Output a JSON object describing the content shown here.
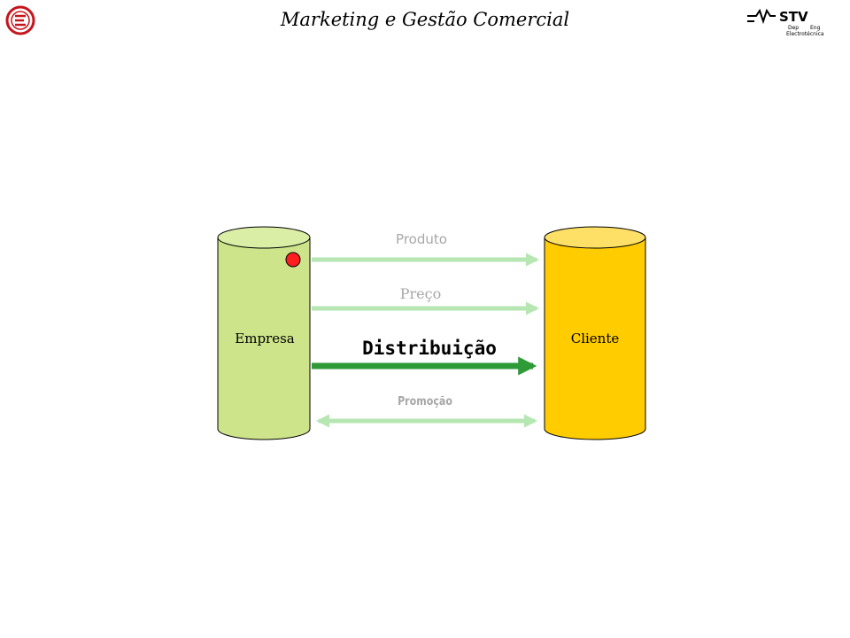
{
  "header": {
    "title": "Marketing e Gestão Comercial",
    "logo_right": {
      "dep": "Dep",
      "eng": "Eng",
      "electro": "Electrotécnica"
    }
  },
  "diagram": {
    "left_node": "Empresa",
    "right_node": "Cliente",
    "flows": [
      {
        "label": "Produto",
        "direction": "right",
        "emphasis": "muted"
      },
      {
        "label": "Preço",
        "direction": "right",
        "emphasis": "muted"
      },
      {
        "label": "Distribuição",
        "direction": "right",
        "emphasis": "highlighted"
      },
      {
        "label": "Promoção",
        "direction": "both",
        "emphasis": "muted"
      }
    ],
    "colors": {
      "empresa_fill": "#cde48a",
      "cliente_fill": "#ffcc00",
      "muted_arrow": "#b6e6b2",
      "active_arrow": "#2e9a38",
      "marker": "#ff1f1f"
    }
  }
}
